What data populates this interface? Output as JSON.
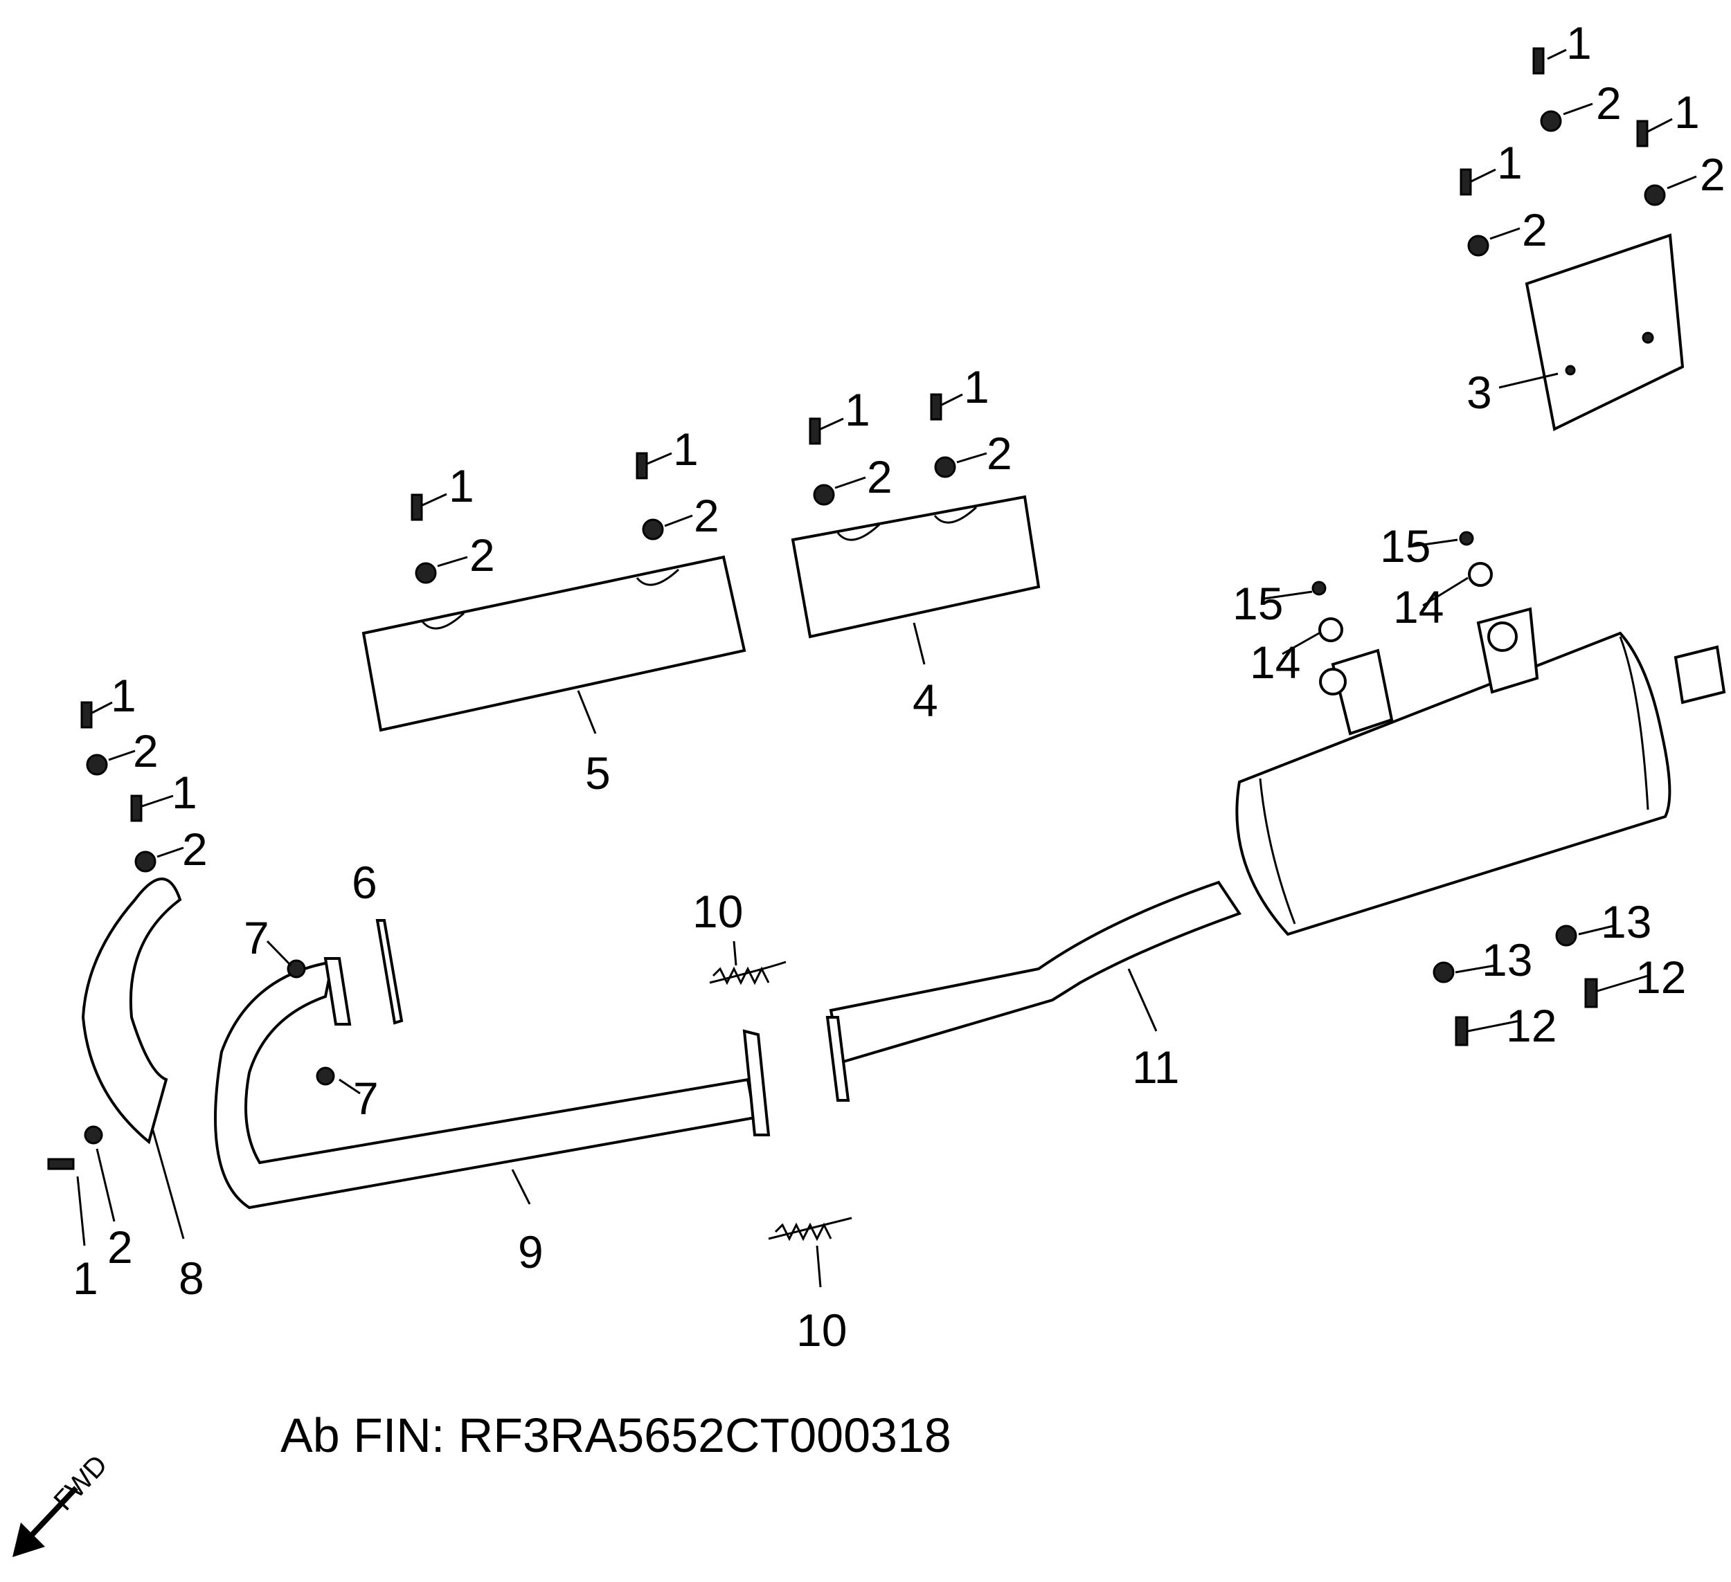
{
  "title": "Exhaust system exploded parts diagram",
  "fin_text": "Ab FIN: RF3RA5652CT000318",
  "direction_label": "FWD",
  "callouts": {
    "c1": "1",
    "c2": "2",
    "c3": "3",
    "c4": "4",
    "c5": "5",
    "c6": "6",
    "c7": "7",
    "c8": "8",
    "c9": "9",
    "c10": "10",
    "c11": "11",
    "c12": "12",
    "c13": "13",
    "c14": "14",
    "c15": "15"
  }
}
